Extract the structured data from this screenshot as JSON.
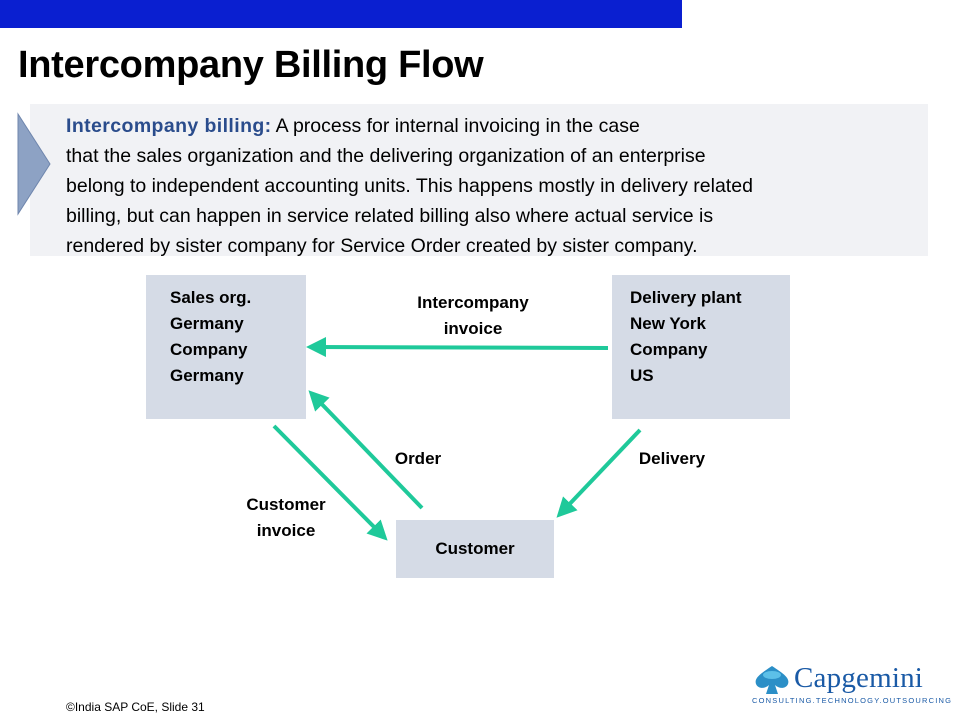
{
  "slide": {
    "title": "Intercompany Billing Flow",
    "definition_term": "Intercompany billing:",
    "definition_text": "A process for internal invoicing in the case",
    "definition_lines": [
      "that the sales organization and the delivering organization of an enterprise",
      "belong to independent accounting units. This happens mostly in delivery related",
      "billing, but can happen in service related billing also where actual service is",
      "rendered by sister company for Service Order created by sister company."
    ]
  },
  "diagram": {
    "nodes": {
      "sales_org": {
        "line1": "Sales org.",
        "line2": "Germany",
        "line3": "Company",
        "line4": "Germany"
      },
      "delivery_plant": {
        "line1": "Delivery plant",
        "line2": "New York",
        "line3": "Company",
        "line4": "US"
      },
      "customer": {
        "label": "Customer"
      }
    },
    "edges": {
      "intercompany_invoice": {
        "line1": "Intercompany",
        "line2": "invoice"
      },
      "order": {
        "label": "Order"
      },
      "delivery": {
        "label": "Delivery"
      },
      "customer_invoice": {
        "line1": "Customer",
        "line2": "invoice"
      }
    },
    "arrow_color": "#1fc99a"
  },
  "footer": {
    "symbol": "©",
    "text": "India SAP CoE, Slide 31"
  },
  "logo": {
    "word": "Capgemini",
    "tagline": "CONSULTING.TECHNOLOGY.OUTSOURCING",
    "color": "#1a5aa6"
  },
  "colors": {
    "top_bar": "#0a1fd0",
    "definition_term": "#2a4c8c",
    "node_fill": "#d5dbe6"
  }
}
